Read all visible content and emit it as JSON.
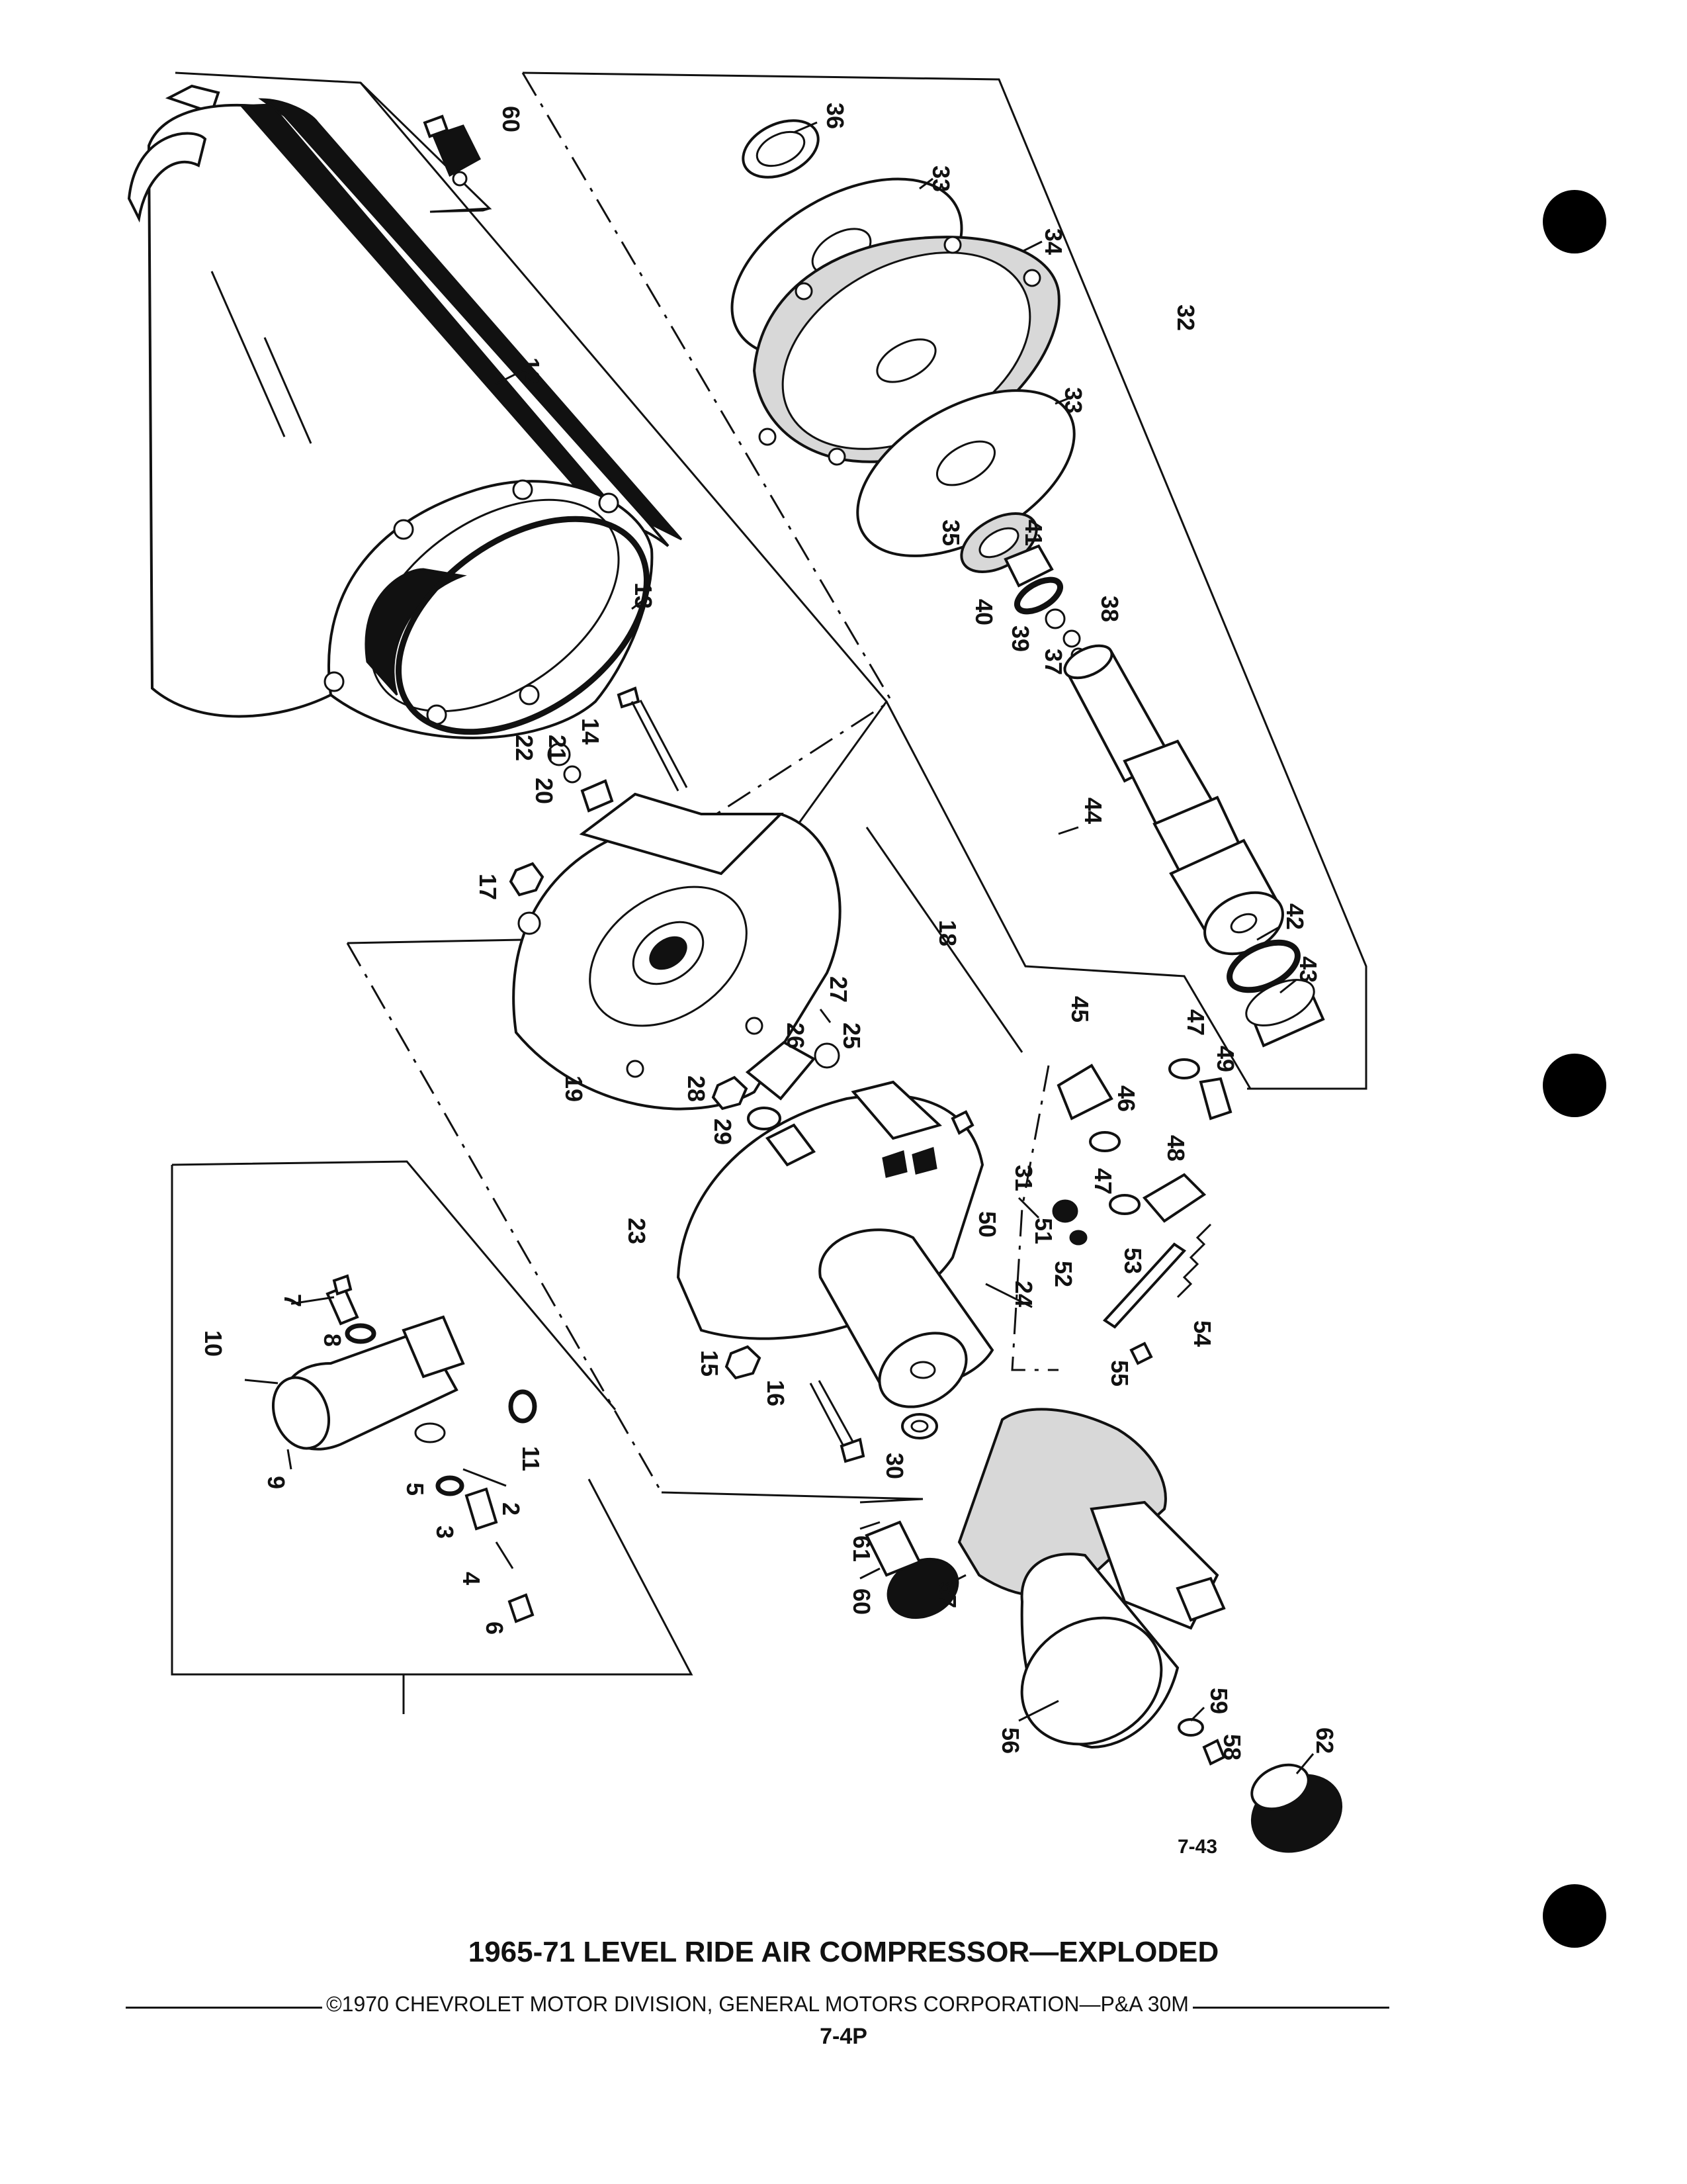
{
  "title": "1965-71 LEVEL RIDE AIR COMPRESSOR—EXPLODED",
  "copyright": "©1970 CHEVROLET MOTOR DIVISION, GENERAL MOTORS CORPORATION—P&A 30M",
  "page_number": "7-4P",
  "figure_ref": "7-43",
  "labels": {
    "p2": "2",
    "p3": "3",
    "p4": "4",
    "p5": "5",
    "p6": "6",
    "p7": "7",
    "p8": "8",
    "p9": "9",
    "p10": "10",
    "p11": "11",
    "p12": "12",
    "p13": "13",
    "p14": "14",
    "p15": "15",
    "p16": "16",
    "p17": "17",
    "p18": "18",
    "p19": "19",
    "p20": "20",
    "p21": "21",
    "p22": "22",
    "p23": "23",
    "p24": "24",
    "p25": "25",
    "p26": "26",
    "p27": "27",
    "p28": "28",
    "p29": "29",
    "p30": "30",
    "p31": "31",
    "p32": "32",
    "p33a": "33",
    "p33b": "33",
    "p34": "34",
    "p35": "35",
    "p36": "36",
    "p37": "37",
    "p38": "38",
    "p39": "39",
    "p40": "40",
    "p41": "41",
    "p42": "42",
    "p43": "43",
    "p44": "44",
    "p45": "45",
    "p46": "46",
    "p47a": "47",
    "p47b": "47",
    "p48": "48",
    "p49": "49",
    "p50": "50",
    "p51": "51",
    "p52": "52",
    "p53": "53",
    "p54": "54",
    "p55": "55",
    "p56": "56",
    "p57": "57",
    "p58": "58",
    "p59": "59",
    "p60a": "60",
    "p60b": "60",
    "p61": "61",
    "p62": "62"
  }
}
